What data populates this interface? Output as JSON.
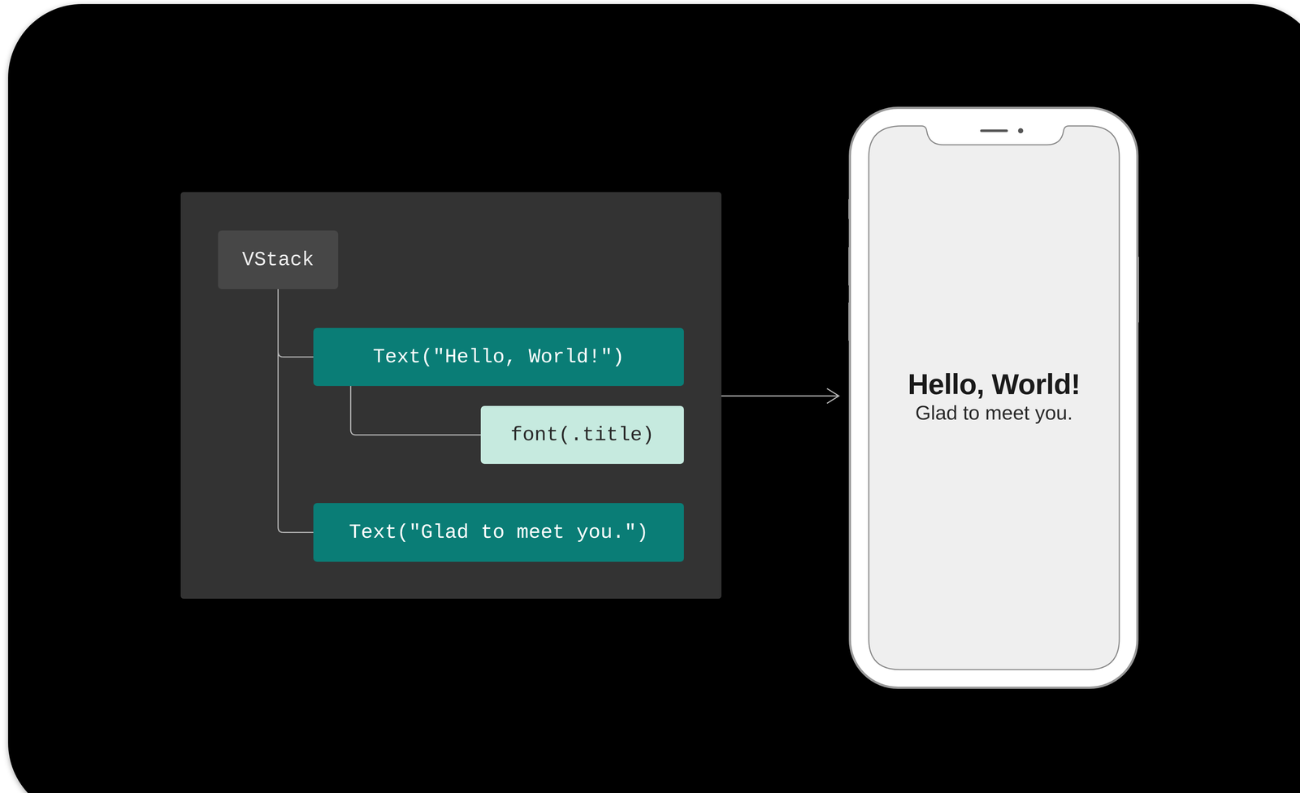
{
  "diagram": {
    "nodes": [
      {
        "text": [
          "VStack"
        ]
      },
      {
        "text": [
          "Text(\"Hello, World!\")"
        ]
      },
      {
        "text": [
          "font(.title)"
        ]
      },
      {
        "text": [
          "Text(\"Glad to meet you.\")"
        ]
      },
      {
        "text": [
          "Hello, World!",
          "Glad to meet you."
        ]
      }
    ],
    "edges": [
      {
        "from": 0,
        "to": 1,
        "arrow": "none"
      },
      {
        "from": 1,
        "to": 2,
        "arrow": "none"
      },
      {
        "from": 0,
        "to": 3,
        "arrow": "none"
      }
    ]
  }
}
